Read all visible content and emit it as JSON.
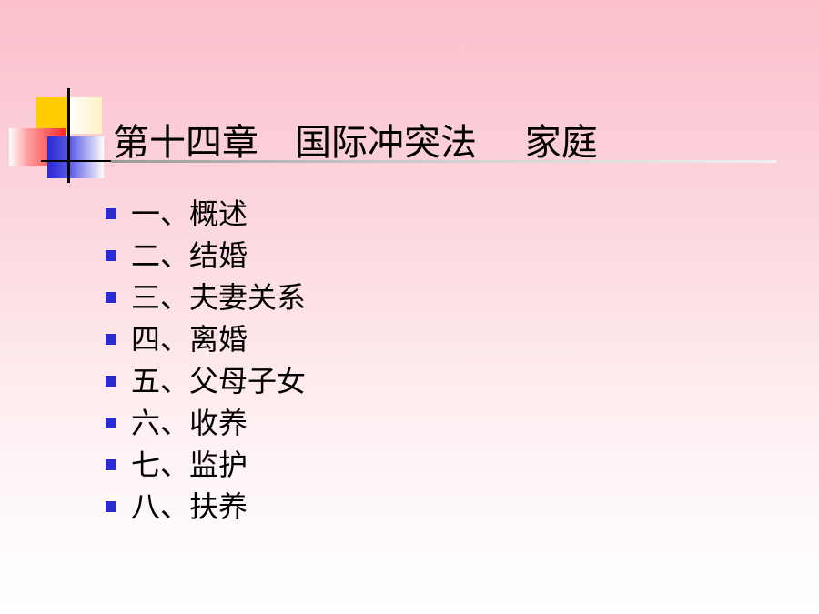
{
  "slide": {
    "title": "第十四章　国际冲突法　 家庭",
    "items": [
      "一、概述",
      "二、结婚",
      "三、夫妻关系",
      "四、离婚",
      "五、父母子女",
      "六、收养",
      "七、监护",
      "八、扶养"
    ]
  },
  "colors": {
    "bullet": "#2b2bd1",
    "accent_yellow": "#ffcc00",
    "accent_red": "#ff2a2a",
    "accent_blue": "#2a2ad0",
    "background_top": "#fbc0cc",
    "background_bottom": "#ffffff"
  }
}
